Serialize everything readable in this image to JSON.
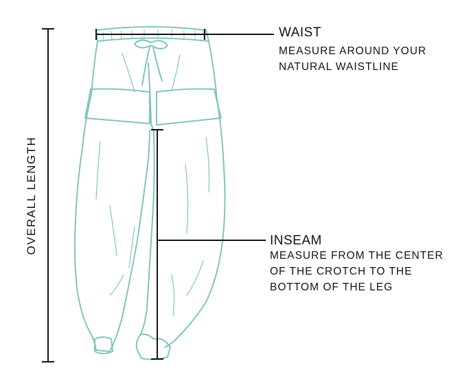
{
  "colors": {
    "garment_outline": "#7fc4bf",
    "measure_line": "#111111",
    "background": "#ffffff"
  },
  "waist": {
    "title": "WAIST",
    "desc_line1": "MEASURE AROUND YOUR",
    "desc_line2": "NATURAL WAISTLINE"
  },
  "inseam": {
    "title": "INSEAM",
    "desc_line1": "MEASURE FROM THE CENTER",
    "desc_line2": "OF THE CROTCH TO THE",
    "desc_line3": "BOTTOM OF THE LEG"
  },
  "overall_length": {
    "label": "OVERALL LENGTH"
  }
}
